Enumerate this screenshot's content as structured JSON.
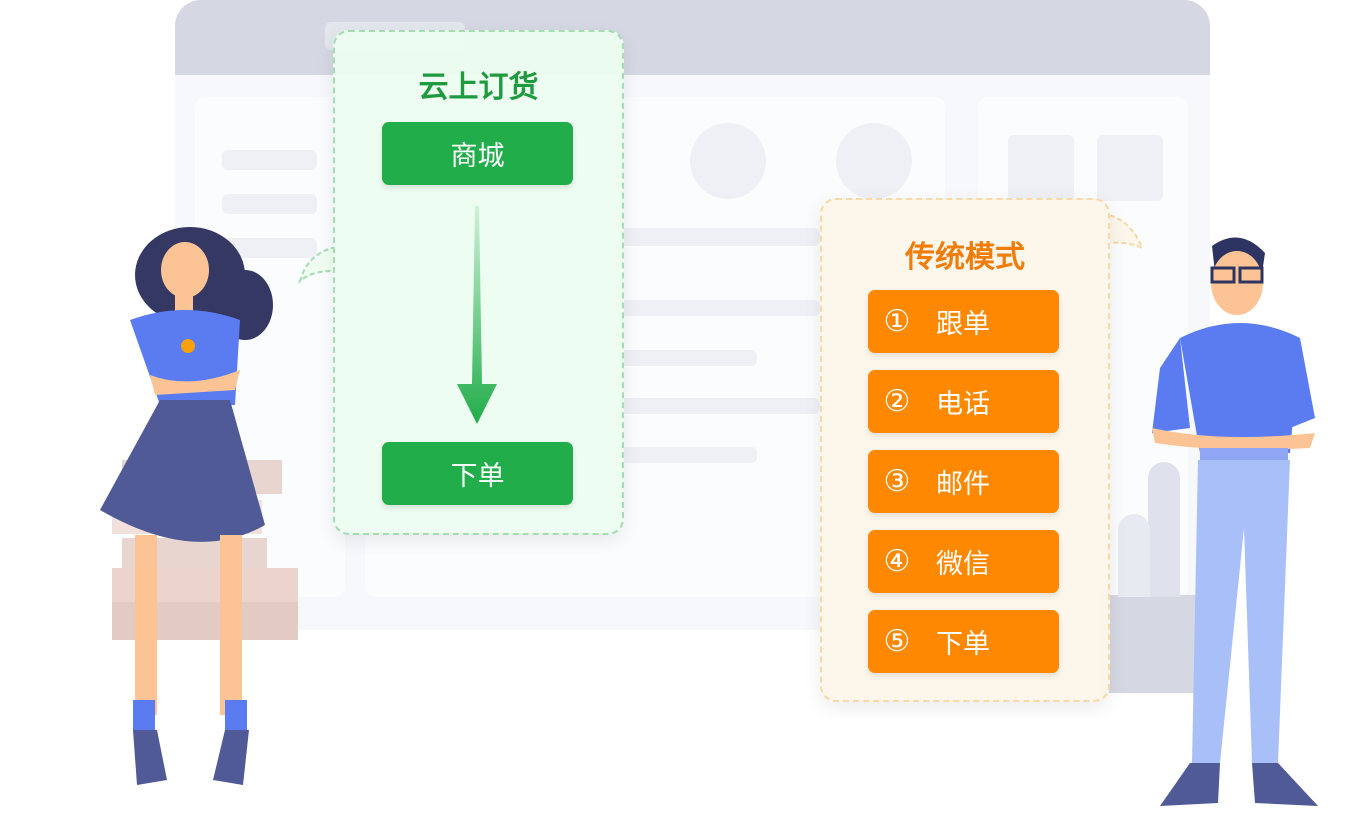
{
  "cloud_ordering": {
    "title": "云上订货",
    "steps": [
      "商城",
      "下单"
    ],
    "color": "#21ad4a"
  },
  "traditional_mode": {
    "title": "传统模式",
    "steps": [
      {
        "num": "①",
        "label": "跟单"
      },
      {
        "num": "②",
        "label": "电话"
      },
      {
        "num": "③",
        "label": "邮件"
      },
      {
        "num": "④",
        "label": "微信"
      },
      {
        "num": "⑤",
        "label": "下单"
      }
    ],
    "color": "#fe8800"
  }
}
